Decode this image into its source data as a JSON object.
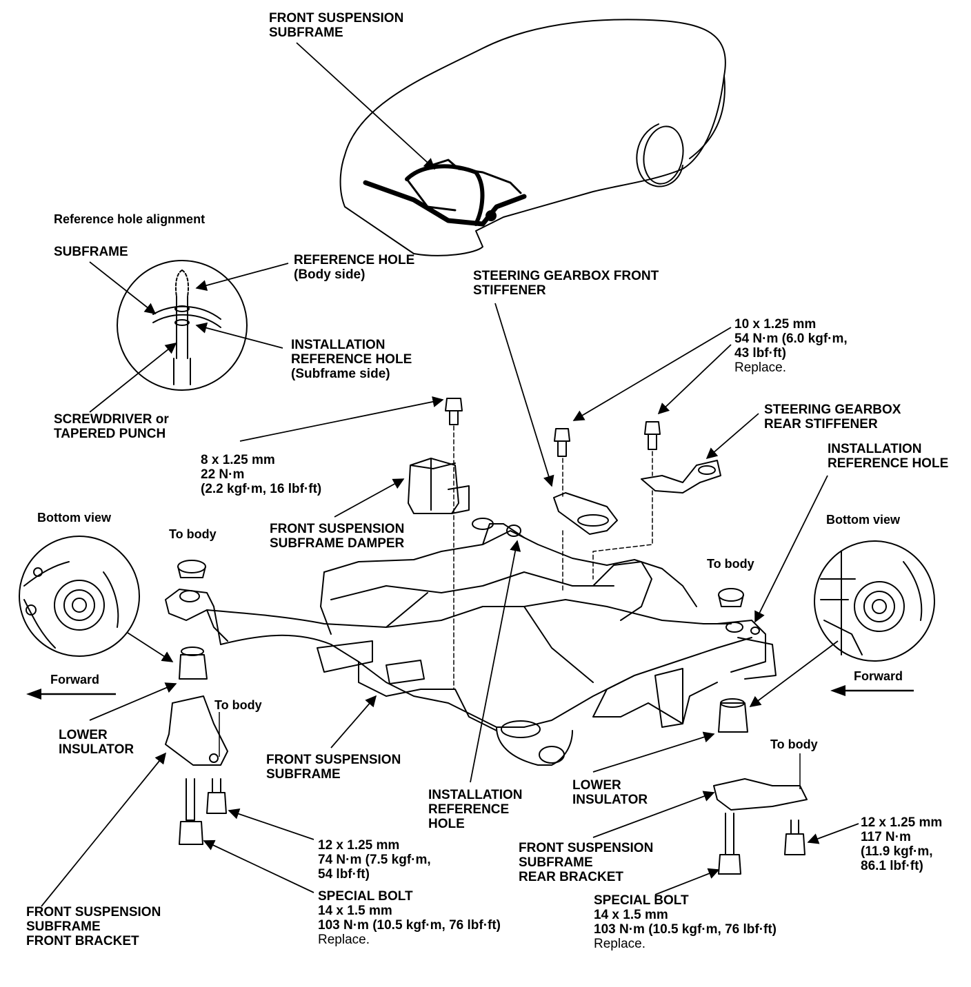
{
  "labels": {
    "front_subframe_top": [
      "FRONT SUSPENSION",
      "SUBFRAME"
    ],
    "ref_hole_title": "Reference hole alignment",
    "subframe": "SUBFRAME",
    "reference_hole": [
      "REFERENCE HOLE",
      "(Body side)"
    ],
    "install_ref_hole_inset": [
      "INSTALLATION",
      "REFERENCE HOLE",
      "(Subframe side)"
    ],
    "screwdriver": [
      "SCREWDRIVER or",
      "TAPERED PUNCH"
    ],
    "gearbox_front_stiffener": [
      "STEERING GEARBOX FRONT",
      "STIFFENER"
    ],
    "bolt_10": [
      "10 x 1.25 mm",
      "54 N·m (6.0 kgf·m,",
      "43 lbf·ft)"
    ],
    "bolt_10_note": "Replace.",
    "gearbox_rear_stiffener": [
      "STEERING GEARBOX",
      "REAR STIFFENER"
    ],
    "install_ref_hole_right": [
      "INSTALLATION",
      "REFERENCE HOLE"
    ],
    "bolt_8": [
      "8 x 1.25 mm",
      "22 N·m",
      "(2.2 kgf·m, 16 lbf·ft)"
    ],
    "bottom_view_left": "Bottom view",
    "bottom_view_right": "Bottom view",
    "to_body_1": "To body",
    "to_body_2": "To body",
    "to_body_3": "To body",
    "to_body_4": "To body",
    "damper": [
      "FRONT SUSPENSION",
      "SUBFRAME DAMPER"
    ],
    "forward_left": "Forward",
    "forward_right": "Forward",
    "lower_insulator_left": [
      "LOWER",
      "INSULATOR"
    ],
    "lower_insulator_right": [
      "LOWER",
      "INSULATOR"
    ],
    "front_subframe_mid": [
      "FRONT SUSPENSION",
      "SUBFRAME"
    ],
    "install_ref_hole_mid": [
      "INSTALLATION",
      "REFERENCE",
      "HOLE"
    ],
    "bolt_12_left": [
      "12 x 1.25 mm",
      "74 N·m (7.5 kgf·m,",
      "54 lbf·ft)"
    ],
    "bolt_12_right": [
      "12 x 1.25 mm",
      "117 N·m",
      "(11.9 kgf·m,",
      "86.1 lbf·ft)"
    ],
    "rear_bracket": [
      "FRONT SUSPENSION",
      "SUBFRAME",
      "REAR BRACKET"
    ],
    "front_bracket": [
      "FRONT SUSPENSION",
      "SUBFRAME",
      "FRONT BRACKET"
    ],
    "special_bolt_left": [
      "SPECIAL BOLT",
      "14 x 1.5 mm",
      "103 N·m (10.5 kgf·m, 76 lbf·ft)"
    ],
    "special_bolt_left_note": "Replace.",
    "special_bolt_right": [
      "SPECIAL BOLT",
      "14 x 1.5 mm",
      "103 N·m (10.5 kgf·m, 76 lbf·ft)"
    ],
    "special_bolt_right_note": "Replace."
  },
  "colors": {
    "ink": "#000000",
    "paper": "#ffffff"
  }
}
